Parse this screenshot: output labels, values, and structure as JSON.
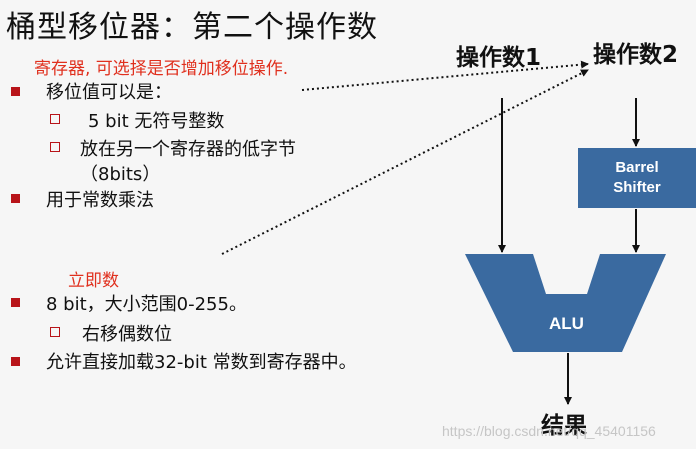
{
  "title": "桶型移位器：第二个操作数",
  "register_note": "寄存器, 可选择是否增加移位操作.",
  "register_items": {
    "shift_value": "移位值可以是：",
    "unsigned_int": "5 bit 无符号整数",
    "in_register": "放在另一个寄存器的低字节",
    "in_register_cont": "（8bits）",
    "usage": "用于常数乘法"
  },
  "immediate_note": "立即数",
  "immediate_items": {
    "range": "8 bit，大小范围0-255。",
    "rotate": "右移偶数位",
    "load": "允许直接加载32-bit 常数到寄存器中。"
  },
  "diagram": {
    "operand1": "操作数1",
    "operand2": "操作数2",
    "barrel_line1": "Barrel",
    "barrel_line2": "Shifter",
    "alu": "ALU",
    "result": "结果"
  },
  "watermark": "https://blog.csdn.net/qq_45401156",
  "colors": {
    "accent_red": "#e0301e",
    "bullet_red": "#b81419",
    "block_blue": "#3a6aa0",
    "background": "#f6f6f6"
  }
}
